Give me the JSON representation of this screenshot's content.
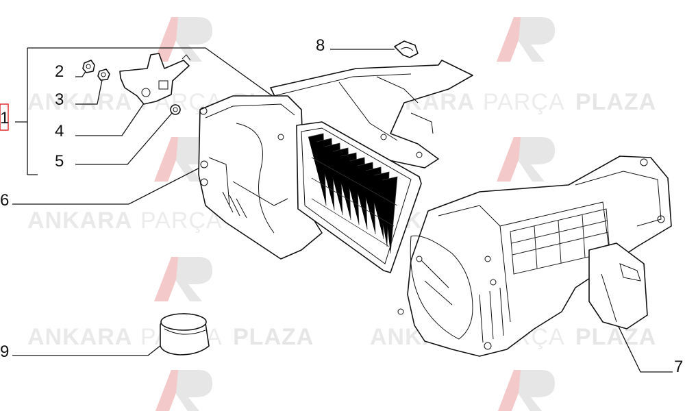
{
  "watermark": {
    "brand_part1": "ANKARA",
    "brand_part2": "PARÇA",
    "brand_part3": "PLAZA",
    "logo_colors": {
      "red": "#f4c9c9",
      "gray": "#e5e5e5"
    }
  },
  "callouts": [
    {
      "id": "1",
      "highlighted": true
    },
    {
      "id": "2"
    },
    {
      "id": "3"
    },
    {
      "id": "4"
    },
    {
      "id": "5"
    },
    {
      "id": "6"
    },
    {
      "id": "7"
    },
    {
      "id": "8"
    },
    {
      "id": "9"
    }
  ],
  "colors": {
    "line": "#111111",
    "highlight_box": "#e03030"
  }
}
